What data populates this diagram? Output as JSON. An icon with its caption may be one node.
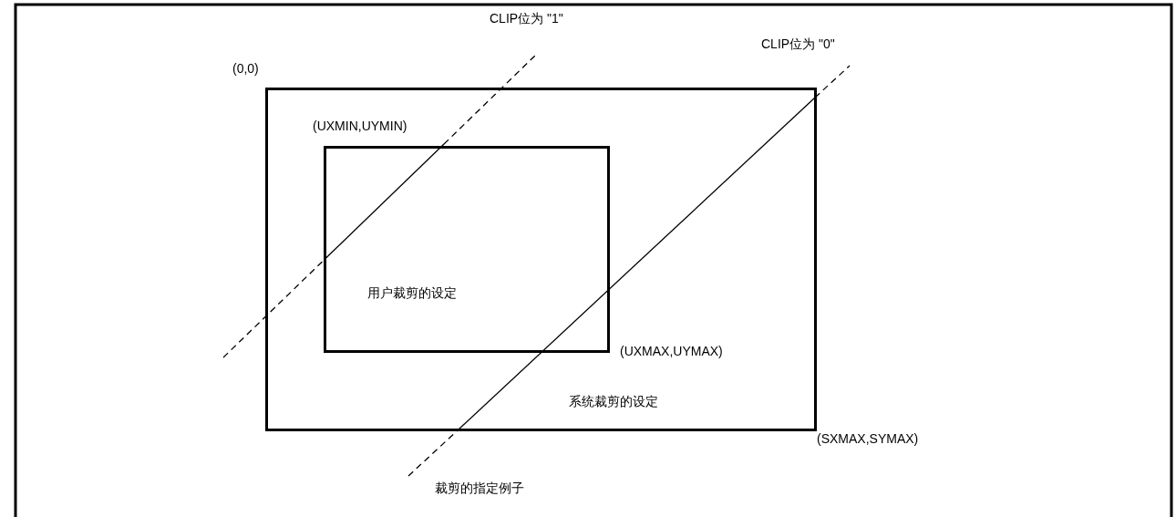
{
  "diagram": {
    "caption": "裁剪的指定例子",
    "nodes": [
      {
        "text": [
          "系统裁剪的设定"
        ],
        "beside": [
          "(0,0)",
          "(SXMAX,SYMAX)"
        ]
      },
      {
        "text": [
          "用户裁剪的设定"
        ],
        "beside": [
          "(UXMIN,UYMIN)",
          "(UXMAX,UYMAX)"
        ],
        "in": 0
      }
    ],
    "labels": [
      "CLIP位为 \"1\"",
      "CLIP位为 \"0\""
    ]
  }
}
